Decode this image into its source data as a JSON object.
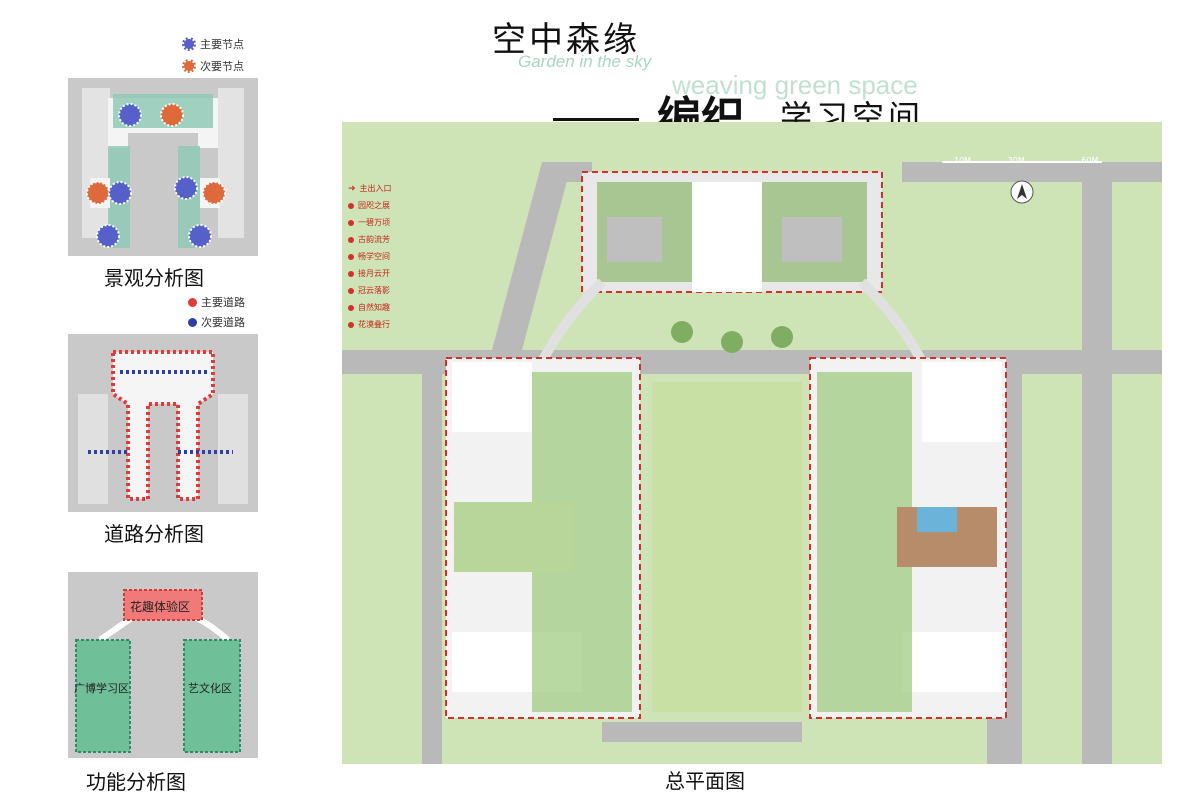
{
  "header": {
    "title_cn": "空中森缘",
    "title_en": "Garden in the sky",
    "subtitle_en": "weaving green space",
    "dash": "——",
    "subtitle_big": "编织",
    "subtitle_rest": "学习空间"
  },
  "panels": {
    "landscape": {
      "legend": [
        "主要节点",
        "次要节点"
      ],
      "label": "景观分析图"
    },
    "road": {
      "legend": [
        "主要道路",
        "次要道路"
      ],
      "label": "道路分析图"
    },
    "function": {
      "zones": [
        "花趣体验区",
        "广博学习区",
        "艺文化区"
      ],
      "label": "功能分析图"
    }
  },
  "site_plan": {
    "legend": [
      "主出入口",
      "园咫之展",
      "一碧万顷",
      "古韵流芳",
      "畅学空间",
      "接月云开",
      "冠云落影",
      "自然知趣",
      "花漠叠行"
    ],
    "scale": [
      "10M",
      "30M",
      "60M"
    ],
    "label": "总平面图"
  },
  "colors": {
    "primary_node": "#5560c8",
    "secondary_node": "#de6a3c",
    "primary_road": "#e03a3a",
    "secondary_road": "#2e3fa8",
    "green_zone": "#6fbf98",
    "red_zone": "#f07a7a",
    "lawn": "#cfe4b6",
    "road_gray": "#b9b9b9",
    "accent_red": "#d42f2a"
  }
}
